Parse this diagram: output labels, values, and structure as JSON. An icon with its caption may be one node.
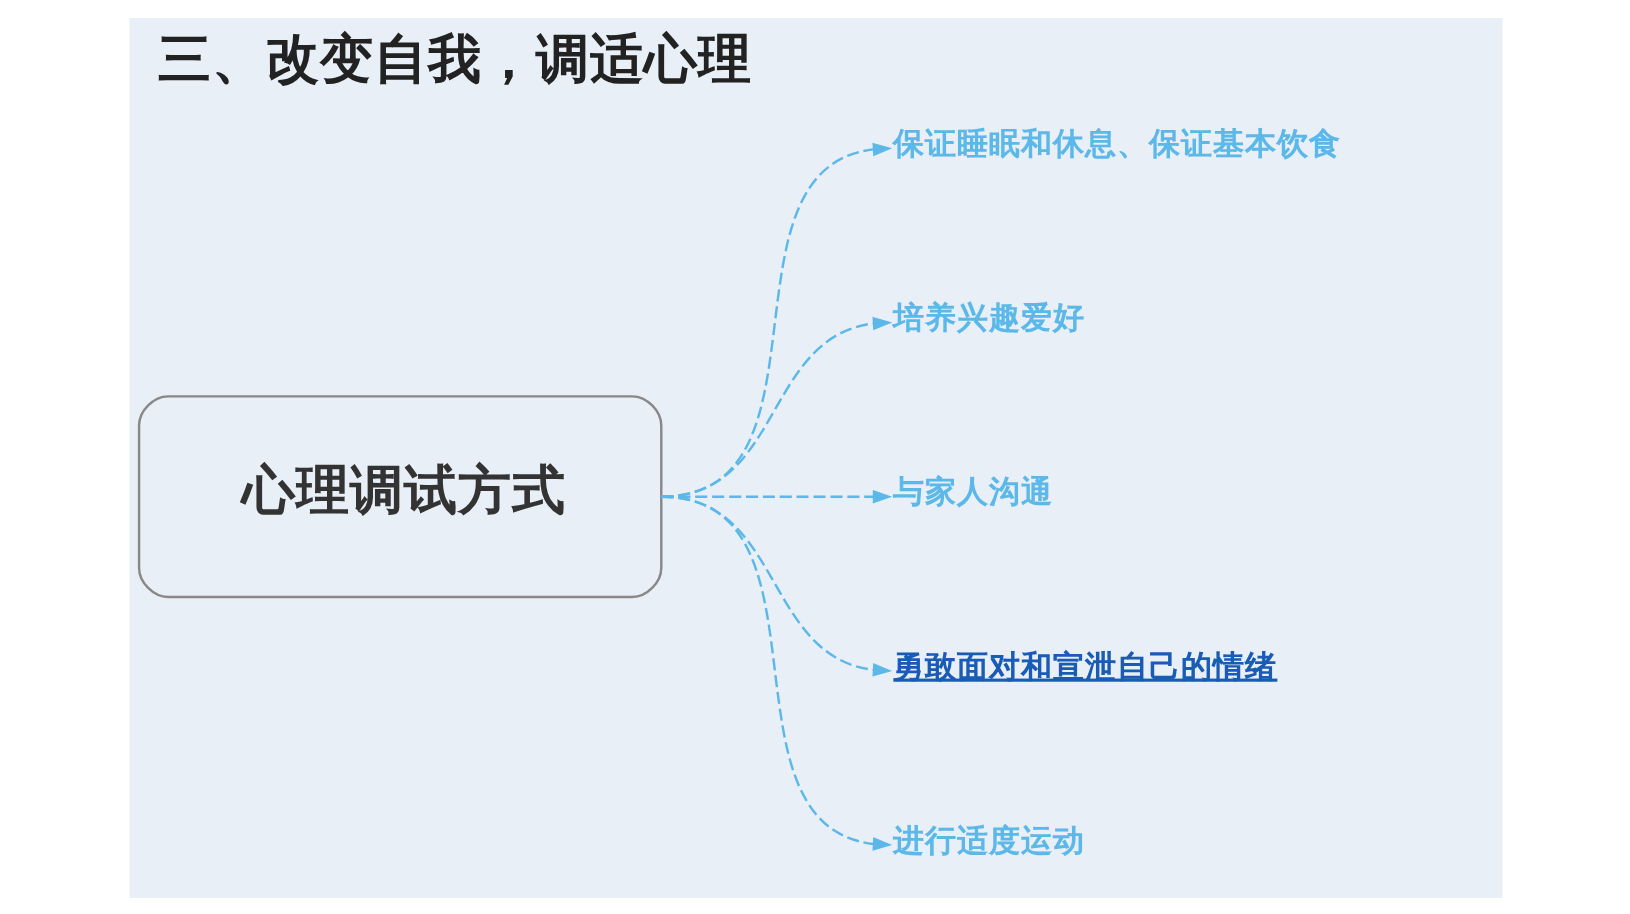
{
  "diagram": {
    "title": "三、改变自我，调适心理",
    "nodes": [
      {
        "text": [
          "心理调试方式"
        ]
      },
      {
        "text": [
          "保证睡眠和休息、保证基本饮食"
        ]
      },
      {
        "text": [
          "培养兴趣爱好"
        ]
      },
      {
        "text": [
          "与家人沟通"
        ]
      },
      {
        "text": [
          "勇敢面对和宣泄自己的情绪"
        ]
      },
      {
        "text": [
          "进行适度运动"
        ]
      }
    ],
    "edges": [
      {
        "from": 0,
        "to": 1,
        "arrow": "to",
        "style": "dashed"
      },
      {
        "from": 0,
        "to": 2,
        "arrow": "to",
        "style": "dashed"
      },
      {
        "from": 0,
        "to": 3,
        "arrow": "to",
        "style": "dashed"
      },
      {
        "from": 0,
        "to": 4,
        "arrow": "to",
        "style": "dashed"
      },
      {
        "from": 0,
        "to": 5,
        "arrow": "to",
        "style": "dashed"
      }
    ]
  }
}
